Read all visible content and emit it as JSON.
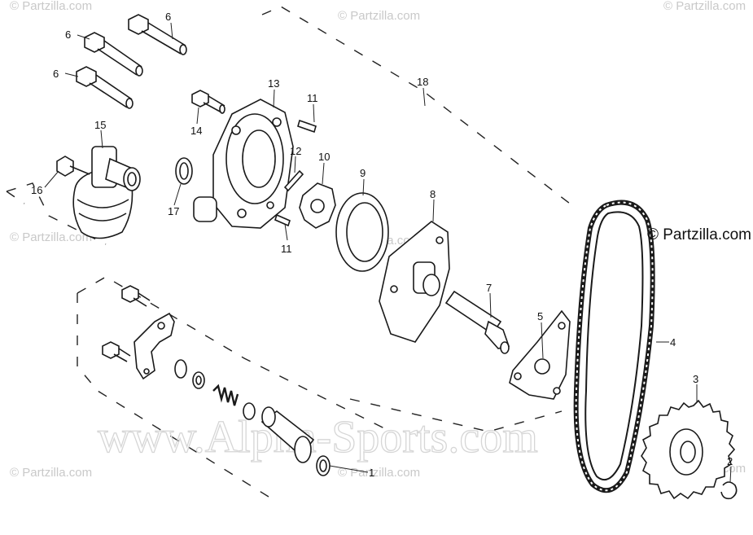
{
  "watermarks": {
    "partzilla_small": "© Partzilla.com",
    "copyright": "© Partzilla.com",
    "site": "www.Alpha-Sports.com"
  },
  "callouts": [
    {
      "id": "c6a",
      "label": "6"
    },
    {
      "id": "c6b",
      "label": "6"
    },
    {
      "id": "c6c",
      "label": "6"
    },
    {
      "id": "c13",
      "label": "13"
    },
    {
      "id": "c18",
      "label": "18"
    },
    {
      "id": "c11a",
      "label": "11"
    },
    {
      "id": "c14",
      "label": "14"
    },
    {
      "id": "c15",
      "label": "15"
    },
    {
      "id": "c16",
      "label": "16"
    },
    {
      "id": "c17",
      "label": "17"
    },
    {
      "id": "c12",
      "label": "12"
    },
    {
      "id": "c10",
      "label": "10"
    },
    {
      "id": "c9",
      "label": "9"
    },
    {
      "id": "c8",
      "label": "8"
    },
    {
      "id": "c11b",
      "label": "11"
    },
    {
      "id": "c7",
      "label": "7"
    },
    {
      "id": "c5",
      "label": "5"
    },
    {
      "id": "c4",
      "label": "4"
    },
    {
      "id": "c3",
      "label": "3"
    },
    {
      "id": "c2",
      "label": "2"
    },
    {
      "id": "c1",
      "label": "1"
    }
  ]
}
